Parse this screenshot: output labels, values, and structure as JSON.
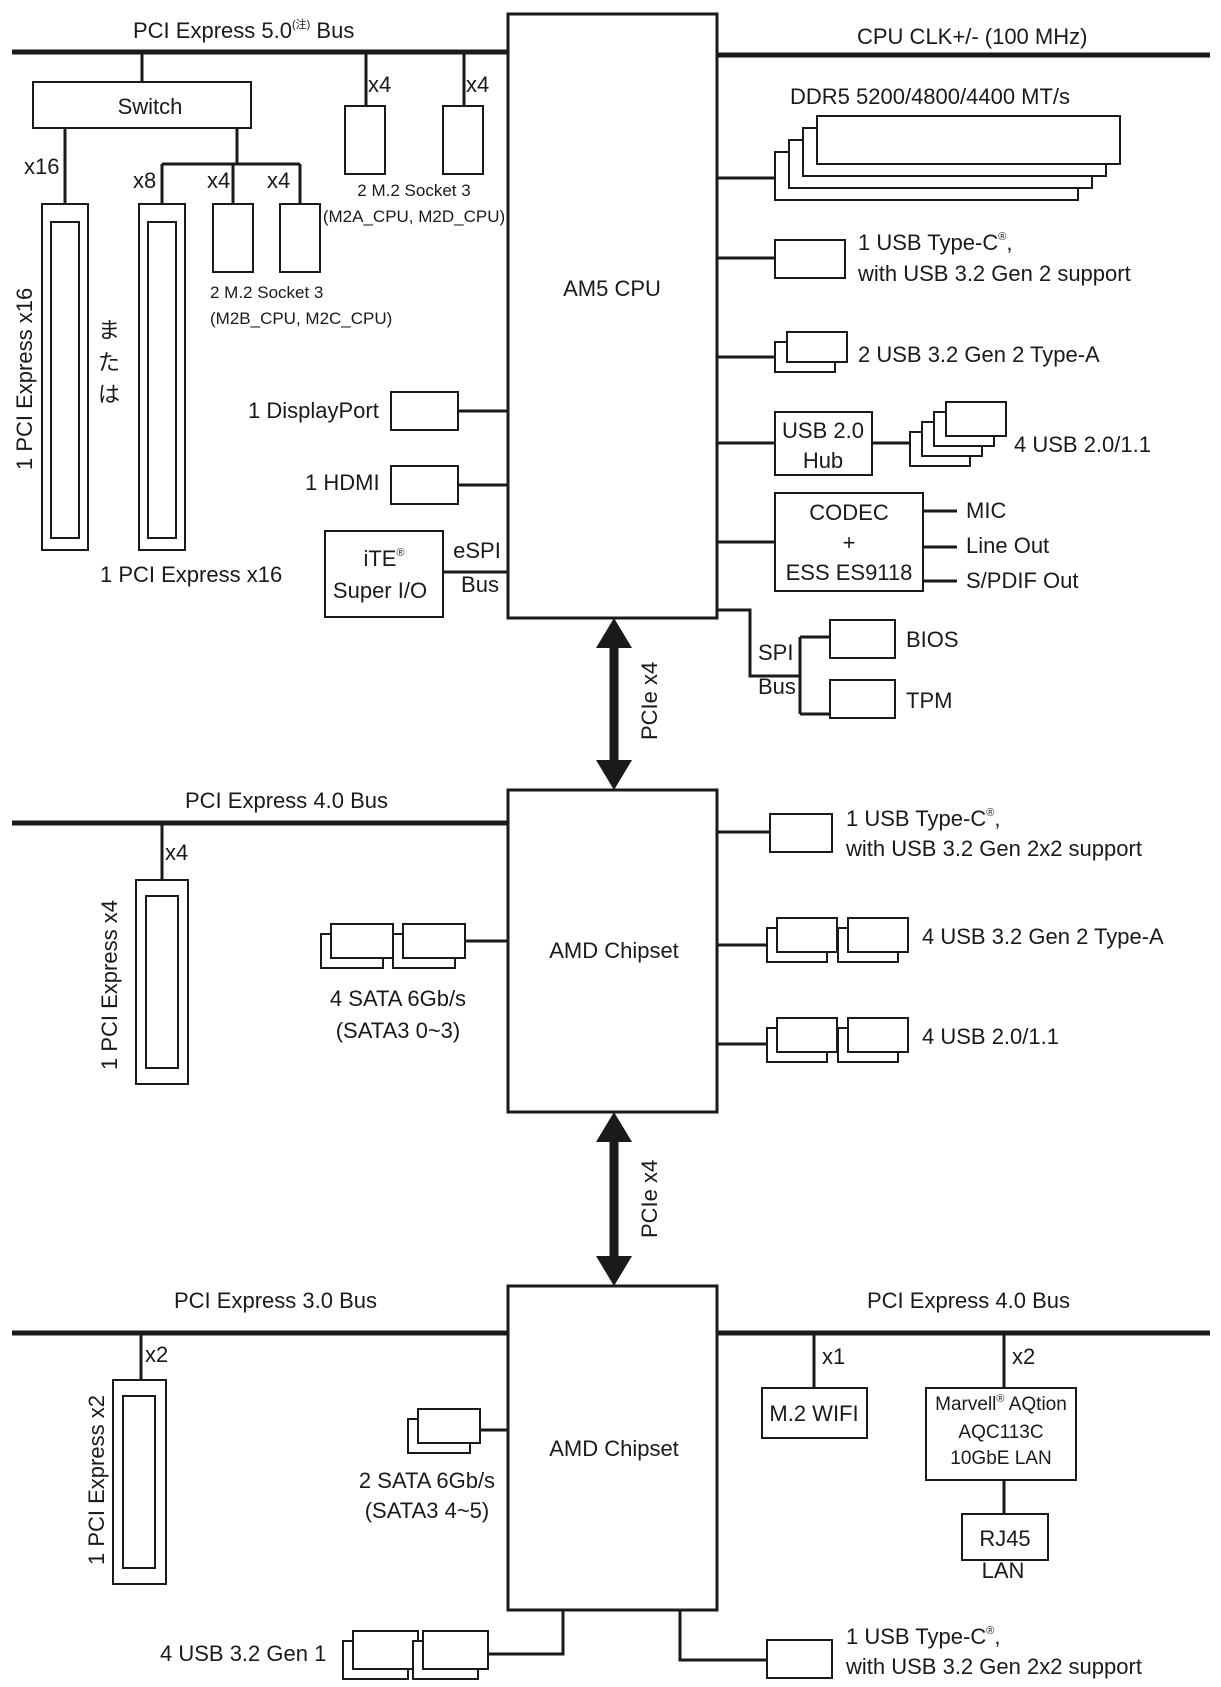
{
  "cpu": {
    "label": "AM5 CPU",
    "clock": "CPU CLK+/- (100 MHz)"
  },
  "pcie5": {
    "label_pre": "PCI Express 5.0",
    "note": "(注)",
    "label_post": "Bus"
  },
  "switch_label": "Switch",
  "lanes": {
    "x16": "x16",
    "x8": "x8",
    "x4": "x4",
    "x2": "x2",
    "x1": "x1"
  },
  "m2_cpu_ad": {
    "line1": "2 M.2 Socket 3",
    "line2": "(M2A_CPU, M2D_CPU)"
  },
  "m2_cpu_bc": {
    "line1": "2 M.2 Socket 3",
    "line2": "(M2B_CPU, M2C_CPU)"
  },
  "slot_x16_left": "1 PCI Express x16",
  "mata_wa": [
    "ま",
    "た",
    "は"
  ],
  "slot_x16_bottom": "1 PCI Express x16",
  "displayport": "1 DisplayPort",
  "hdmi": "1 HDMI",
  "superio": {
    "line1": "iTE",
    "reg": "®",
    "line2": "Super I/O"
  },
  "espi": {
    "line1": "eSPI",
    "line2": "Bus"
  },
  "ddr5": "DDR5 5200/4800/4400 MT/s",
  "cpu_usbc": {
    "line1": "1 USB Type-C",
    "reg": "®",
    "comma": ",",
    "line2": "with USB 3.2 Gen 2 support"
  },
  "cpu_usba": "2 USB 3.2 Gen 2 Type-A",
  "hub": {
    "line1": "USB 2.0",
    "line2": "Hub"
  },
  "hub_usb": "4 USB 2.0/1.1",
  "codec": {
    "line1": "CODEC",
    "line2": "+",
    "line3": "ESS ES9118"
  },
  "audio": {
    "mic": "MIC",
    "lineout": "Line Out",
    "spdif": "S/PDIF Out"
  },
  "spi": {
    "line1": "SPI",
    "line2": "Bus"
  },
  "bios": "BIOS",
  "tpm": "TPM",
  "link": "PCIe x4",
  "chipset1": {
    "label": "AMD Chipset",
    "bus": "PCI Express 4.0 Bus",
    "slot": "1 PCI Express x4",
    "sata": {
      "line1": "4 SATA 6Gb/s",
      "line2": "(SATA3 0~3)"
    },
    "usbc": {
      "line1": "1 USB Type-C",
      "reg": "®",
      "comma": ",",
      "line2": "with USB 3.2 Gen 2x2 support"
    },
    "usba": "4 USB 3.2 Gen 2 Type-A",
    "usb2": "4 USB 2.0/1.1"
  },
  "chipset2": {
    "label": "AMD Chipset",
    "bus_left": "PCI Express 3.0 Bus",
    "bus_right": "PCI Express 4.0 Bus",
    "slot": "1 PCI Express x2",
    "sata": {
      "line1": "2 SATA 6Gb/s",
      "line2": "(SATA3 4~5)"
    },
    "wifi": "M.2 WIFI",
    "lan": {
      "line1": "Marvell",
      "reg": "®",
      "line1b": "AQtion",
      "line2": "AQC113C",
      "line3": "10GbE LAN"
    },
    "rj45": "RJ45",
    "rj45_sub": "LAN",
    "usb32g1": "4 USB 3.2 Gen 1",
    "usbc": {
      "line1": "1 USB Type-C",
      "reg": "®",
      "comma": ",",
      "line2": "with USB 3.2 Gen 2x2 support"
    }
  }
}
